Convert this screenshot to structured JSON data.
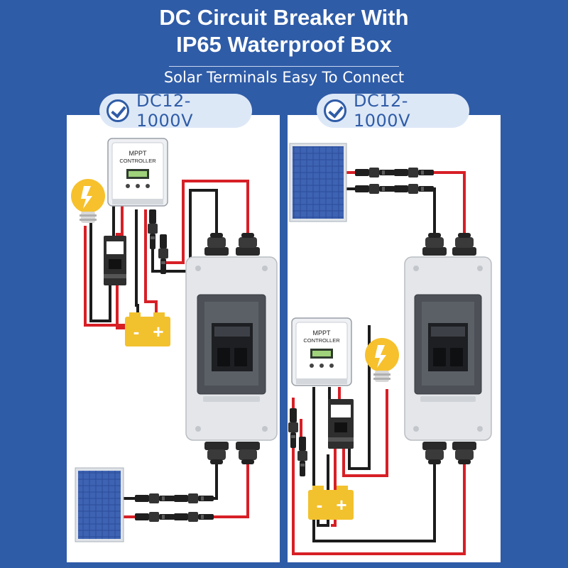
{
  "header": {
    "title_line1": "DC Circuit Breaker With",
    "title_line2": "IP65 Waterproof Box",
    "subtitle": "Solar Terminals Easy To Connect"
  },
  "left_panel": {
    "badge": "DC12-1000V",
    "controller_label_line1": "MPPT",
    "controller_label_line2": "CONTROLLER"
  },
  "right_panel": {
    "badge": "DC12-1000V",
    "controller_label_line1": "MPPT",
    "controller_label_line2": "CONTROLLER"
  },
  "battery": {
    "minus": "-",
    "plus": "+"
  },
  "colors": {
    "background": "#2f5ca7",
    "wire_red": "#d71f26",
    "wire_black": "#1c1c1c",
    "battery": "#f2c12e",
    "bulb": "#f6c12d"
  }
}
